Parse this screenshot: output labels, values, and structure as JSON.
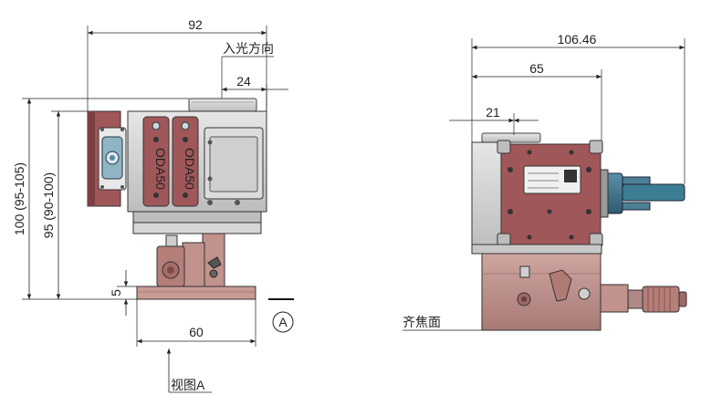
{
  "dimensions": {
    "left_width": "92",
    "light_direction_offset": "24",
    "light_direction_label": "入光方向",
    "height_total": "100 (95-105)",
    "height_mid": "95 (90-100)",
    "base_thickness": "5",
    "base_width": "60",
    "right_width_total": "106.46",
    "right_width_mid": "65",
    "right_width_small": "21",
    "focus_plane_label": "齐焦面",
    "view_label": "视图A",
    "view_marker": "A"
  },
  "part_labels": {
    "plate1": "ODA50",
    "plate2": "ODA50"
  },
  "colors": {
    "red_body": "#a0575a",
    "red_light": "#b8716f",
    "base_pink": "#c99b97",
    "gray_housing": "#d4d4d4",
    "dark_gray": "#6f6f6f",
    "blue_connector": "#3f6f86",
    "teal_cable": "#3d7d94"
  }
}
